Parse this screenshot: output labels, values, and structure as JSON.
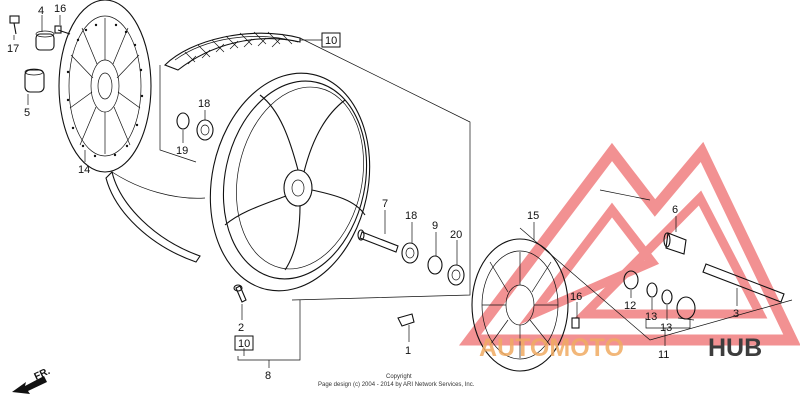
{
  "diagram": {
    "callouts": [
      {
        "id": "c4",
        "text": "4"
      },
      {
        "id": "c16a",
        "text": "16"
      },
      {
        "id": "c17",
        "text": "17"
      },
      {
        "id": "c5",
        "text": "5"
      },
      {
        "id": "c14",
        "text": "14"
      },
      {
        "id": "c10a",
        "text": "10"
      },
      {
        "id": "c18a",
        "text": "18"
      },
      {
        "id": "c19",
        "text": "19"
      },
      {
        "id": "c7",
        "text": "7"
      },
      {
        "id": "c18b",
        "text": "18"
      },
      {
        "id": "c9",
        "text": "9"
      },
      {
        "id": "c20",
        "text": "20"
      },
      {
        "id": "c2",
        "text": "2"
      },
      {
        "id": "c10b",
        "text": "10"
      },
      {
        "id": "c8",
        "text": "8"
      },
      {
        "id": "c1",
        "text": "1"
      },
      {
        "id": "c15",
        "text": "15"
      },
      {
        "id": "c16b",
        "text": "16"
      },
      {
        "id": "c6",
        "text": "6"
      },
      {
        "id": "c12",
        "text": "12"
      },
      {
        "id": "c13a",
        "text": "13"
      },
      {
        "id": "c13b",
        "text": "13"
      },
      {
        "id": "c11",
        "text": "11"
      },
      {
        "id": "c3",
        "text": "3"
      }
    ],
    "direction_label": "FR.",
    "footer": {
      "line1": "Copyright",
      "line2": "Page design (c) 2004 - 2014 by ARI Network Services, Inc."
    }
  },
  "watermark": {
    "part_a": "AUTOMOTO",
    "part_b": "HUB",
    "accent_color": "#e8393a",
    "color_a": "#f0ab62",
    "color_b": "#3d3d3d"
  }
}
